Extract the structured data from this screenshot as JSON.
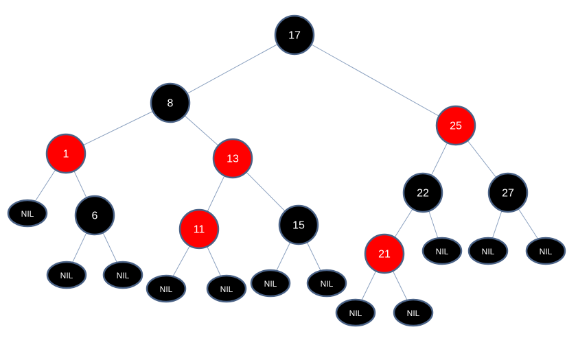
{
  "colors": {
    "black_node": "#000000",
    "red_node": "#ff0000",
    "label": "#ffffff",
    "edge": "#8aa0bf",
    "border": "#4a6286"
  },
  "tree": {
    "nodes": [
      {
        "id": "n17",
        "label": "17",
        "color": "black"
      },
      {
        "id": "n8",
        "label": "8",
        "color": "black"
      },
      {
        "id": "n25",
        "label": "25",
        "color": "red"
      },
      {
        "id": "n1",
        "label": "1",
        "color": "red"
      },
      {
        "id": "n13",
        "label": "13",
        "color": "red"
      },
      {
        "id": "n6",
        "label": "6",
        "color": "black"
      },
      {
        "id": "n11",
        "label": "11",
        "color": "red"
      },
      {
        "id": "n15",
        "label": "15",
        "color": "black"
      },
      {
        "id": "n22",
        "label": "22",
        "color": "black"
      },
      {
        "id": "n27",
        "label": "27",
        "color": "black"
      },
      {
        "id": "n21",
        "label": "21",
        "color": "red"
      },
      {
        "id": "nil1",
        "label": "NIL",
        "color": "black",
        "nil": true
      },
      {
        "id": "nil2",
        "label": "NIL",
        "color": "black",
        "nil": true
      },
      {
        "id": "nil3",
        "label": "NIL",
        "color": "black",
        "nil": true
      },
      {
        "id": "nil4",
        "label": "NIL",
        "color": "black",
        "nil": true
      },
      {
        "id": "nil5",
        "label": "NIL",
        "color": "black",
        "nil": true
      },
      {
        "id": "nil6",
        "label": "NIL",
        "color": "black",
        "nil": true
      },
      {
        "id": "nil7",
        "label": "NIL",
        "color": "black",
        "nil": true
      },
      {
        "id": "nil8",
        "label": "NIL",
        "color": "black",
        "nil": true
      },
      {
        "id": "nil9",
        "label": "NIL",
        "color": "black",
        "nil": true
      },
      {
        "id": "nil10",
        "label": "NIL",
        "color": "black",
        "nil": true
      },
      {
        "id": "nil11",
        "label": "NIL",
        "color": "black",
        "nil": true
      },
      {
        "id": "nil12",
        "label": "NIL",
        "color": "black",
        "nil": true
      }
    ],
    "edges": [
      [
        "n17",
        "n8"
      ],
      [
        "n17",
        "n25"
      ],
      [
        "n8",
        "n1"
      ],
      [
        "n8",
        "n13"
      ],
      [
        "n1",
        "nil1"
      ],
      [
        "n1",
        "n6"
      ],
      [
        "n6",
        "nil2"
      ],
      [
        "n6",
        "nil3"
      ],
      [
        "n13",
        "n11"
      ],
      [
        "n13",
        "n15"
      ],
      [
        "n11",
        "nil4"
      ],
      [
        "n11",
        "nil5"
      ],
      [
        "n15",
        "nil6"
      ],
      [
        "n15",
        "nil7"
      ],
      [
        "n25",
        "n22"
      ],
      [
        "n25",
        "n27"
      ],
      [
        "n22",
        "n21"
      ],
      [
        "n22",
        "nil8"
      ],
      [
        "n21",
        "nil9"
      ],
      [
        "n21",
        "nil10"
      ],
      [
        "n27",
        "nil11"
      ],
      [
        "n27",
        "nil12"
      ]
    ]
  }
}
